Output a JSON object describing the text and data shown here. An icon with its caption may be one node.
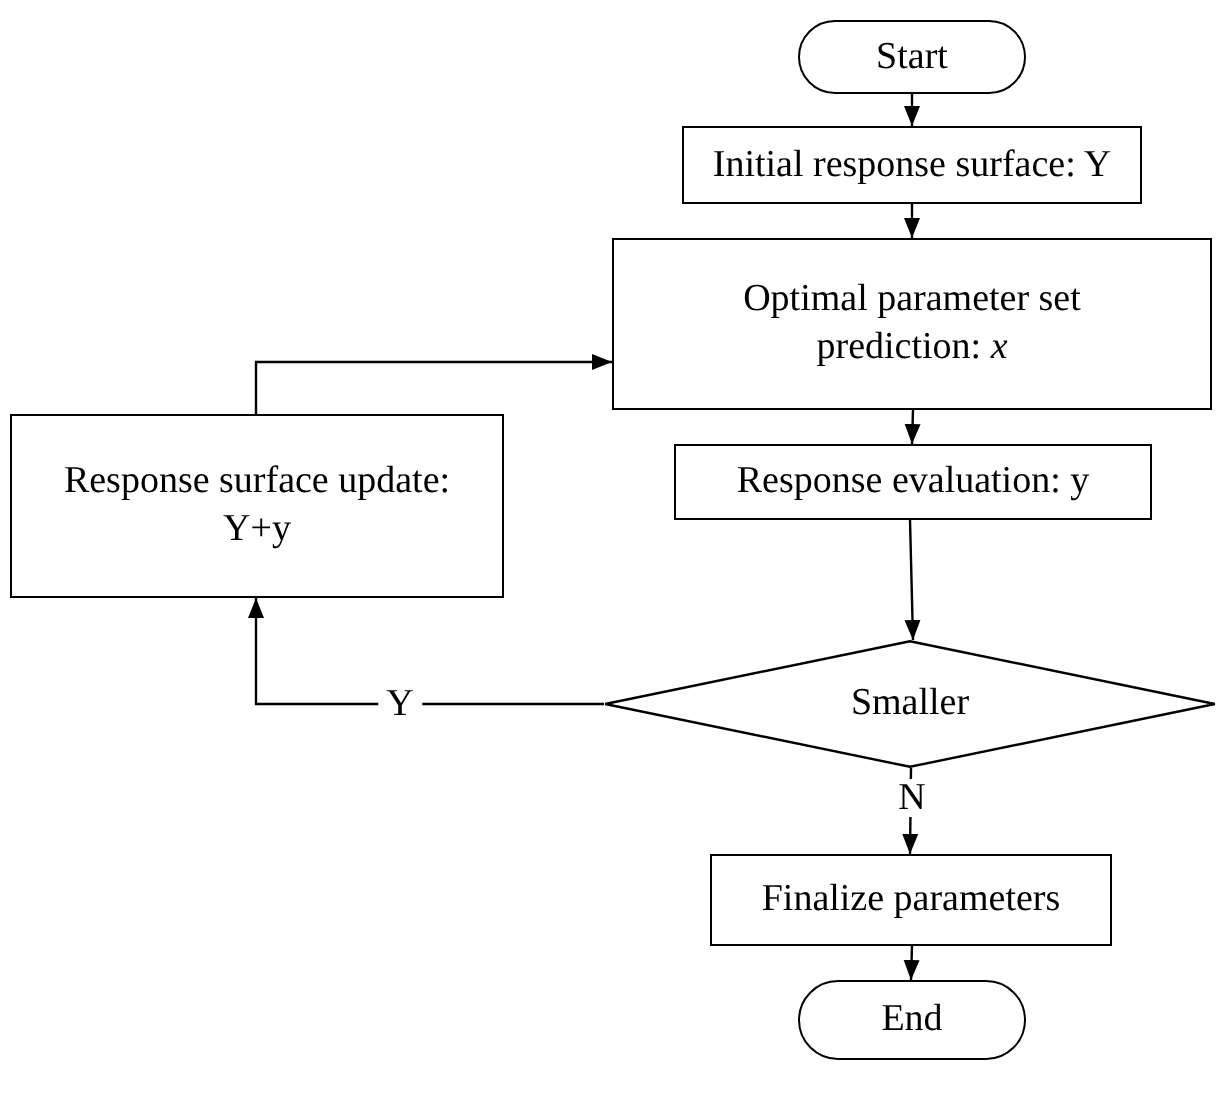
{
  "diagram": {
    "nodes": [
      {
        "text": [
          "Start"
        ]
      },
      {
        "text": [
          "Initial response surface: Y"
        ]
      },
      {
        "text": [
          "Optimal parameter set prediction: *x*"
        ]
      },
      {
        "text": [
          "Response surface update: Y+y"
        ]
      },
      {
        "text": [
          "Response evaluation: y"
        ]
      },
      {
        "text": [
          "Smaller"
        ]
      },
      {
        "text": [
          "Finalize parameters"
        ]
      },
      {
        "text": [
          "End"
        ]
      }
    ],
    "edges": [
      {
        "from": 0,
        "to": 1,
        "arrow": "to"
      },
      {
        "from": 1,
        "to": 2,
        "arrow": "to"
      },
      {
        "from": 2,
        "to": 4,
        "arrow": "to"
      },
      {
        "from": 4,
        "to": 5,
        "arrow": "to"
      },
      {
        "from": 5,
        "to": 3,
        "arrow": "to",
        "label": "Y"
      },
      {
        "from": 3,
        "to": 2,
        "arrow": "to"
      },
      {
        "from": 5,
        "to": 6,
        "arrow": "to",
        "label": "N"
      },
      {
        "from": 6,
        "to": 7,
        "arrow": "to"
      }
    ]
  }
}
